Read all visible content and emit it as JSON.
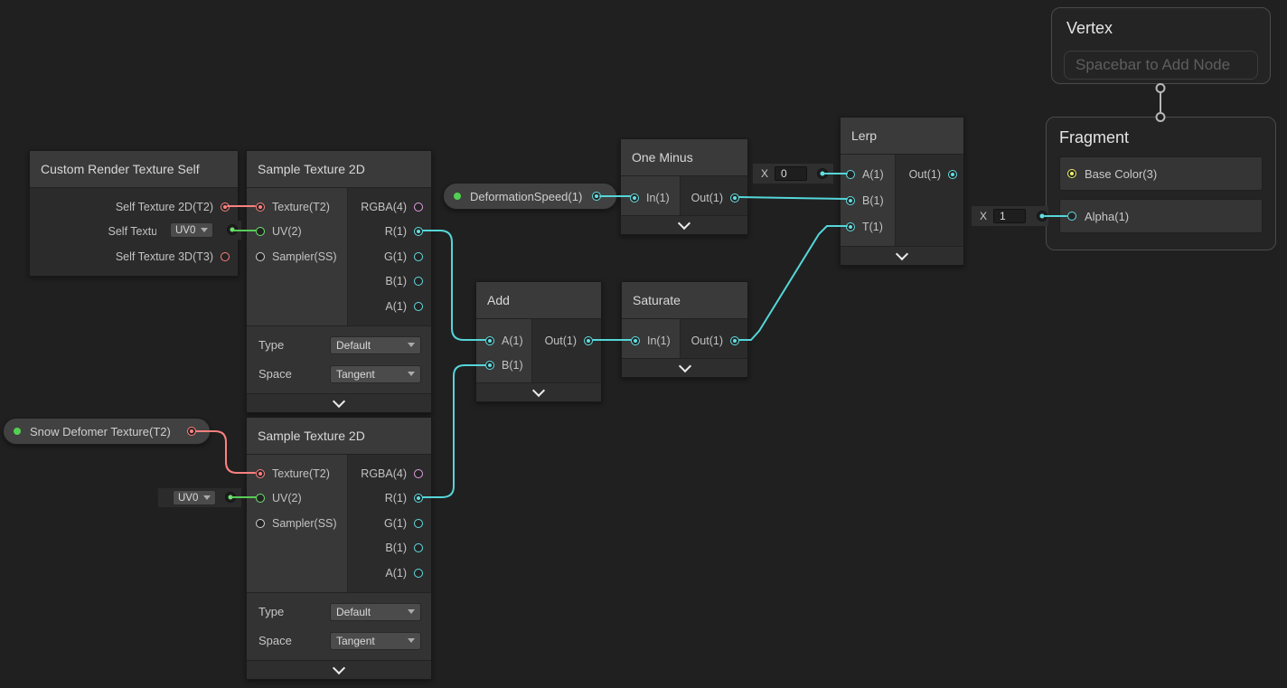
{
  "colors": {
    "canvas_bg": "#202020",
    "node_bg": "#2B2B2B",
    "node_header_bg": "#3A3A3A",
    "port_vector1_cyan": "#62DEE1",
    "port_vector2_green": "#6FE26F",
    "port_vector3_yellow": "#EDF169",
    "port_vector4_pink": "#E3A0E5",
    "port_texture2d_red": "#FF8080",
    "port_sampler_gray": "#D4D4D4",
    "wire_cyan": "#55D6D9",
    "wire_red": "#FF8080",
    "wire_green": "#57CD57",
    "wire_olive_yellow": "#A9B954",
    "property_dot_green": "#52D052"
  },
  "nodes": {
    "custom": {
      "title": "Custom Render Texture Self",
      "outputs": [
        "Self Texture 2D(T2)",
        "Self Texture Cube(C)",
        "Self Texture 3D(T3)"
      ]
    },
    "samples": [
      {
        "title": "Sample Texture 2D",
        "inputs": [
          "Texture(T2)",
          "UV(2)",
          "Sampler(SS)"
        ],
        "outputs": [
          "RGBA(4)",
          "R(1)",
          "G(1)",
          "B(1)",
          "A(1)"
        ],
        "settings": [
          {
            "label": "Type",
            "value": "Default"
          },
          {
            "label": "Space",
            "value": "Tangent"
          }
        ]
      },
      {
        "title": "Sample Texture 2D",
        "inputs": [
          "Texture(T2)",
          "UV(2)",
          "Sampler(SS)"
        ],
        "outputs": [
          "RGBA(4)",
          "R(1)",
          "G(1)",
          "B(1)",
          "A(1)"
        ],
        "settings": [
          {
            "label": "Type",
            "value": "Default"
          },
          {
            "label": "Space",
            "value": "Tangent"
          }
        ]
      }
    ],
    "one_minus": {
      "title": "One Minus",
      "inputs": [
        "In(1)"
      ],
      "outputs": [
        "Out(1)"
      ]
    },
    "add": {
      "title": "Add",
      "inputs": [
        "A(1)",
        "B(1)"
      ],
      "outputs": [
        "Out(1)"
      ]
    },
    "saturate": {
      "title": "Saturate",
      "inputs": [
        "In(1)"
      ],
      "outputs": [
        "Out(1)"
      ]
    },
    "lerp": {
      "title": "Lerp",
      "inputs": [
        "A(1)",
        "B(1)",
        "T(1)"
      ],
      "outputs": [
        "Out(1)"
      ]
    },
    "vertex": {
      "title": "Vertex",
      "placeholder": "Spacebar to Add Node"
    },
    "fragment": {
      "title": "Fragment",
      "blocks": [
        "Base Color(3)",
        "Alpha(1)"
      ]
    }
  },
  "properties": {
    "snow": {
      "label": "Snow Defomer Texture(T2)"
    },
    "speed": {
      "label": "DeformationSpeed(1)"
    }
  },
  "inline": {
    "uv1": {
      "value": "UV0"
    },
    "uv2": {
      "value": "UV0"
    },
    "lerp_a": {
      "label": "X",
      "value": "0"
    },
    "alpha": {
      "label": "X",
      "value": "1"
    }
  }
}
